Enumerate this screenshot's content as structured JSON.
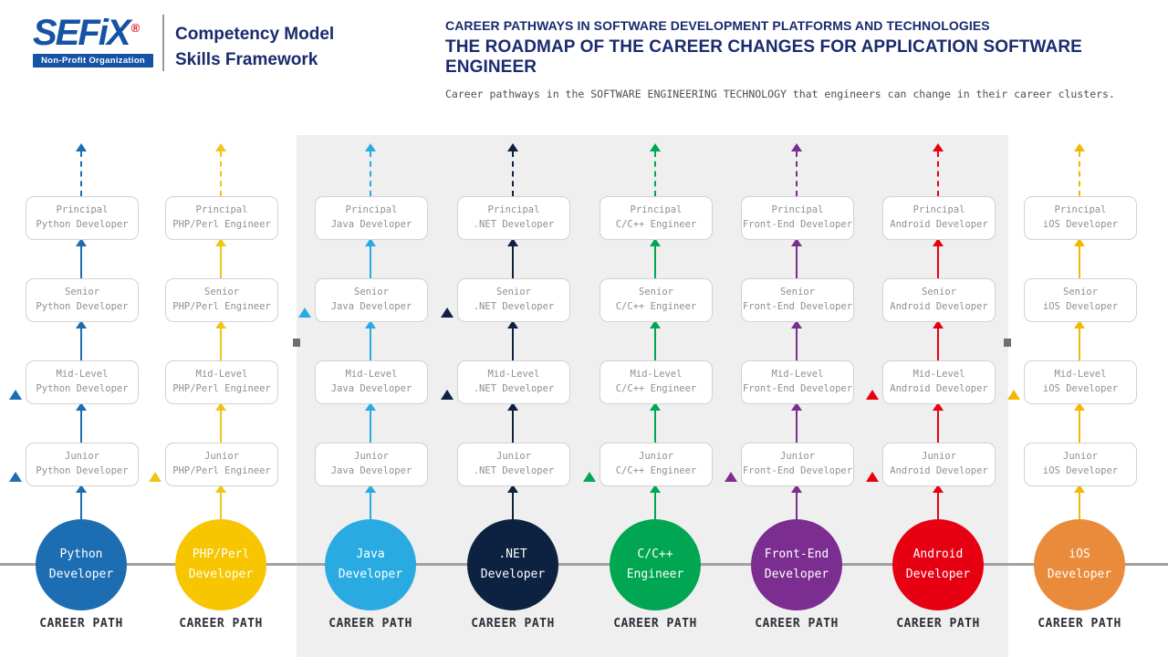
{
  "header": {
    "logo": {
      "brand": "SEFiX",
      "registered": "®",
      "tagline": "Non-Profit Organization"
    },
    "program": {
      "line1": "Competency Model",
      "line2": "Skills Framework"
    },
    "titles": {
      "kicker": "CAREER PATHWAYS IN SOFTWARE DEVELOPMENT PLATFORMS AND TECHNOLOGIES",
      "title": "THE ROADMAP OF THE CAREER CHANGES FOR APPLICATION SOFTWARE ENGINEER",
      "subtitle": "Career pathways in the SOFTWARE ENGINEERING TECHNOLOGY that engineers can change in their career clusters."
    }
  },
  "labels": {
    "career_path": "CAREER PATH"
  },
  "colors": {
    "panel": "#efefef",
    "baseline": "#a0a0a0",
    "navy": "#1a2b6d"
  },
  "columns": [
    {
      "id": "python",
      "circle": [
        "Python",
        "Developer"
      ],
      "color": "#1c6db2",
      "arrow_color": "#1c6db2",
      "levels": [
        {
          "level": "Principal",
          "role": "Python Developer",
          "entry": false
        },
        {
          "level": "Senior",
          "role": "Python Developer",
          "entry": false
        },
        {
          "level": "Mid-Level",
          "role": "Python Developer",
          "entry": true
        },
        {
          "level": "Junior",
          "role": "Python Developer",
          "entry": true
        }
      ]
    },
    {
      "id": "php-perl",
      "circle": [
        "PHP/Perl",
        "Developer"
      ],
      "color": "#f7c600",
      "arrow_color": "#f0c419",
      "levels": [
        {
          "level": "Principal",
          "role": "PHP/Perl Engineer",
          "entry": false
        },
        {
          "level": "Senior",
          "role": "PHP/Perl Engineer",
          "entry": false
        },
        {
          "level": "Mid-Level",
          "role": "PHP/Perl Engineer",
          "entry": false
        },
        {
          "level": "Junior",
          "role": "PHP/Perl Engineer",
          "entry": true
        }
      ]
    },
    {
      "id": "java",
      "circle": [
        "Java",
        "Developer"
      ],
      "color": "#29abe2",
      "arrow_color": "#29abe2",
      "levels": [
        {
          "level": "Principal",
          "role": "Java Developer",
          "entry": false
        },
        {
          "level": "Senior",
          "role": "Java Developer",
          "entry": true
        },
        {
          "level": "Mid-Level",
          "role": "Java Developer",
          "entry": false
        },
        {
          "level": "Junior",
          "role": "Java Developer",
          "entry": false
        }
      ]
    },
    {
      "id": "dotnet",
      "circle": [
        ".NET",
        "Developer"
      ],
      "color": "#0d2240",
      "arrow_color": "#0d2240",
      "levels": [
        {
          "level": "Principal",
          "role": ".NET Developer",
          "entry": false
        },
        {
          "level": "Senior",
          "role": ".NET Developer",
          "entry": true
        },
        {
          "level": "Mid-Level",
          "role": ".NET Developer",
          "entry": true
        },
        {
          "level": "Junior",
          "role": ".NET Developer",
          "entry": false
        }
      ]
    },
    {
      "id": "c-cpp",
      "circle": [
        "C/C++",
        "Engineer"
      ],
      "color": "#00a651",
      "arrow_color": "#00a651",
      "levels": [
        {
          "level": "Principal",
          "role": "C/C++ Engineer",
          "entry": false
        },
        {
          "level": "Senior",
          "role": "C/C++ Engineer",
          "entry": false
        },
        {
          "level": "Mid-Level",
          "role": "C/C++ Engineer",
          "entry": false
        },
        {
          "level": "Junior",
          "role": "C/C++ Engineer",
          "entry": true
        }
      ]
    },
    {
      "id": "front-end",
      "circle": [
        "Front-End",
        "Developer"
      ],
      "color": "#7b2d90",
      "arrow_color": "#7b2d90",
      "levels": [
        {
          "level": "Principal",
          "role": "Front-End Developer",
          "entry": false
        },
        {
          "level": "Senior",
          "role": "Front-End Developer",
          "entry": false
        },
        {
          "level": "Mid-Level",
          "role": "Front-End Developer",
          "entry": false
        },
        {
          "level": "Junior",
          "role": "Front-End Developer",
          "entry": true
        }
      ]
    },
    {
      "id": "android",
      "circle": [
        "Android",
        "Developer"
      ],
      "color": "#e60012",
      "arrow_color": "#e60012",
      "levels": [
        {
          "level": "Principal",
          "role": "Android Developer",
          "entry": false
        },
        {
          "level": "Senior",
          "role": "Android Developer",
          "entry": false
        },
        {
          "level": "Mid-Level",
          "role": "Android Developer",
          "entry": true
        },
        {
          "level": "Junior",
          "role": "Android Developer",
          "entry": true
        }
      ]
    },
    {
      "id": "ios",
      "circle": [
        "iOS",
        "Developer"
      ],
      "color": "#e98b3a",
      "arrow_color": "#f2b705",
      "levels": [
        {
          "level": "Principal",
          "role": "iOS Developer",
          "entry": false
        },
        {
          "level": "Senior",
          "role": "iOS Developer",
          "entry": false
        },
        {
          "level": "Mid-Level",
          "role": "iOS Developer",
          "entry": true
        },
        {
          "level": "Junior",
          "role": "iOS Developer",
          "entry": false
        }
      ]
    }
  ]
}
